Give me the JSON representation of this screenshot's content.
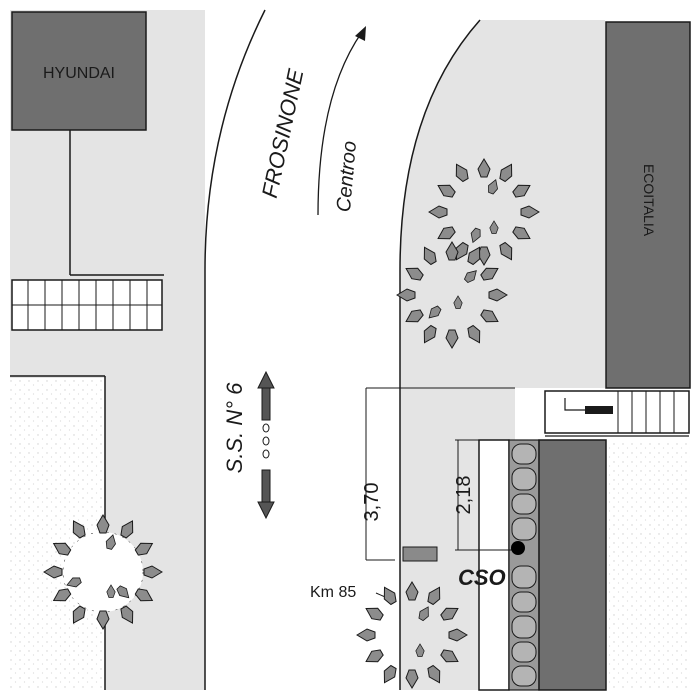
{
  "map": {
    "buildings": {
      "hyundai": "HYUNDAI",
      "ecoitalia": "ECOITALIA"
    },
    "road": {
      "name": "S.S. N° 6",
      "direction_city": "FROSINONE",
      "direction_sub": "Centroo"
    },
    "measurements": {
      "distance_total": "3,70",
      "distance_sidewalk": "2,18"
    },
    "markers": {
      "km": "Km 85",
      "cso": "CSO"
    },
    "colors": {
      "road": "#e4e4e4",
      "building": "#6f6f6f",
      "stone": "#9a9a9a",
      "tree": "#8a8a8a",
      "outline": "#1a1a1a"
    }
  }
}
